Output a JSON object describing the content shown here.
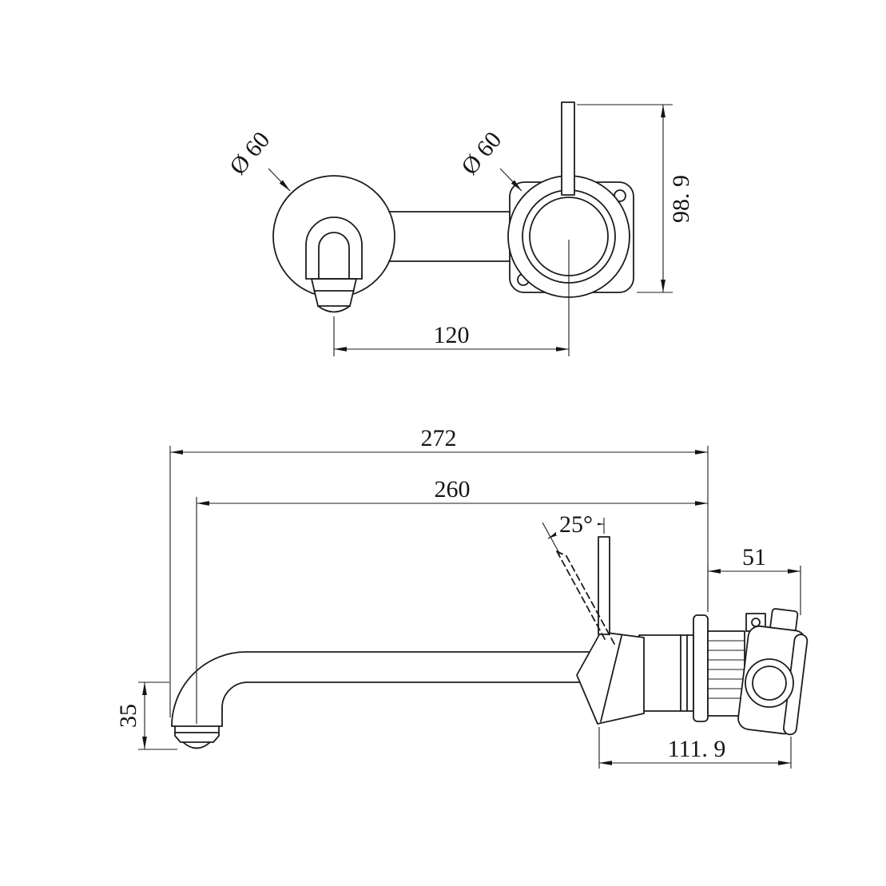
{
  "drawing": {
    "type": "technical-dimension-drawing",
    "subject": "Wall-mounted basin mixer tap, two orthographic views with dimensions",
    "front_view": {
      "spout_diameter": "Ø 60",
      "mixer_diameter": "Ø 60",
      "overall_height": "98. 9",
      "centre_distance": "120"
    },
    "side_view": {
      "overall_reach": "272",
      "spout_reach": "260",
      "handle_angle": "25°",
      "inlet_depth": "51",
      "spout_drop": "35",
      "body_length": "111. 9"
    },
    "line_color": "#1c1c1c",
    "background": "#ffffff"
  }
}
